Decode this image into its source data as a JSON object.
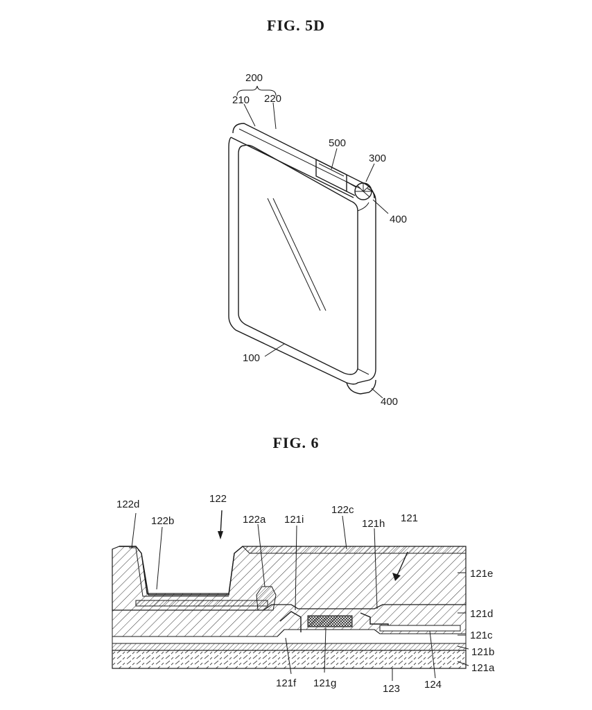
{
  "figures": [
    {
      "title": "FIG. 5D",
      "labels": {
        "l200": "200",
        "l210": "210",
        "l220": "220",
        "l500": "500",
        "l300": "300",
        "l400a": "400",
        "l100": "100",
        "l400b": "400"
      }
    },
    {
      "title": "FIG. 6",
      "labels": {
        "l122d": "122d",
        "l122": "122",
        "l122b": "122b",
        "l122a": "122a",
        "l121i": "121i",
        "l122c": "122c",
        "l121h": "121h",
        "l121": "121",
        "l121e": "121e",
        "l121d": "121d",
        "l121c": "121c",
        "l121b": "121b",
        "l121a": "121a",
        "l121f": "121f",
        "l121g": "121g",
        "l123": "123",
        "l124": "124"
      }
    }
  ]
}
